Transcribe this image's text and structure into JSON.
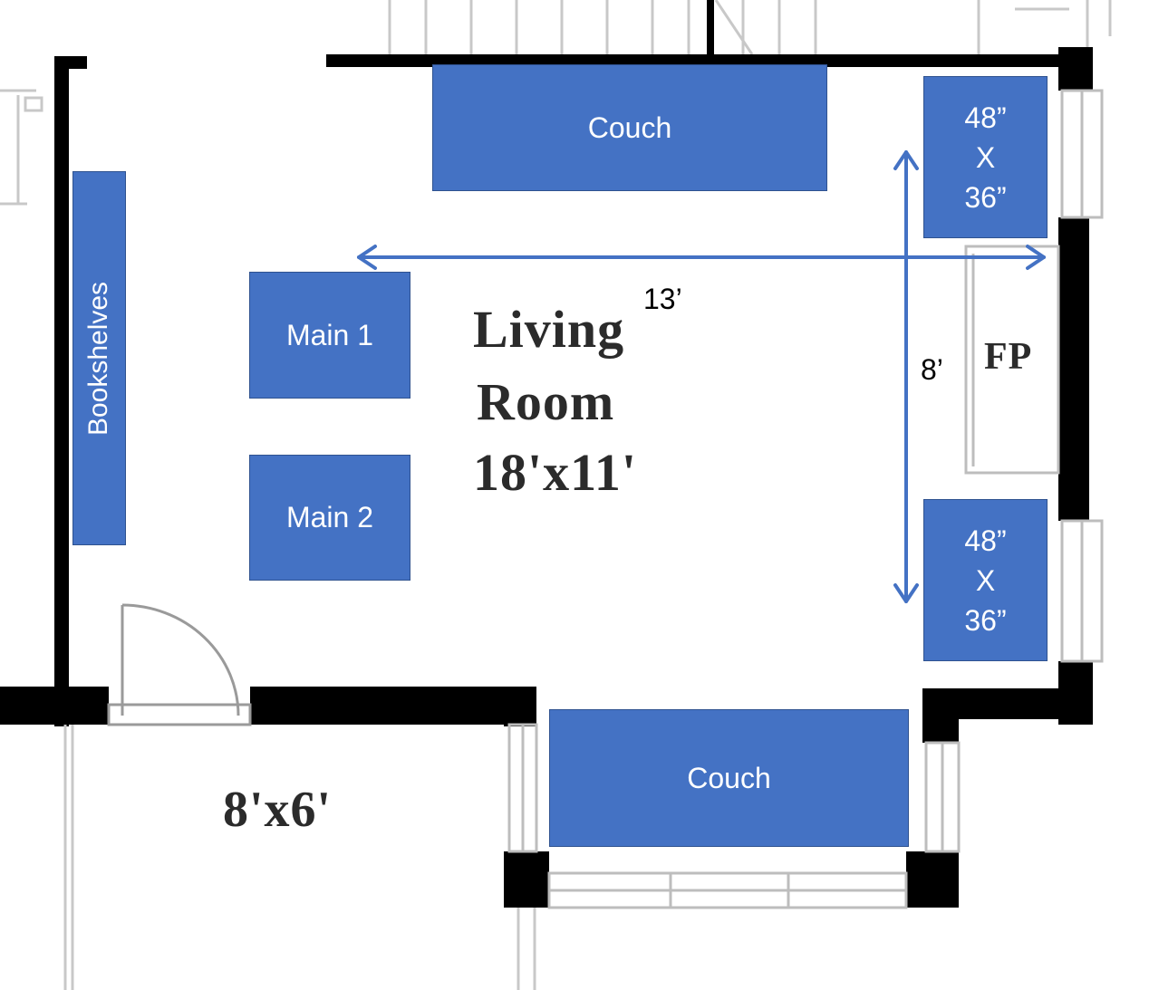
{
  "room": {
    "title_line1": "Living",
    "title_line2": "Room",
    "title_line3": "18'x11'",
    "side_room_size": "8'x6'",
    "fireplace_label": "FP"
  },
  "furniture": {
    "couch_top": "Couch",
    "couch_bottom": "Couch",
    "main1": "Main 1",
    "main2": "Main 2",
    "bookshelves": "Bookshelves",
    "table_top": {
      "w": "48”",
      "x": "X",
      "h": "36”"
    },
    "table_bottom": {
      "w": "48”",
      "x": "X",
      "h": "36”"
    }
  },
  "dimensions": {
    "horizontal": "13’",
    "vertical": "8’"
  },
  "colors": {
    "furniture_fill": "#4472c4",
    "furniture_border": "#2f528f",
    "wall": "#000000",
    "dimension_arrow": "#4472c4"
  }
}
